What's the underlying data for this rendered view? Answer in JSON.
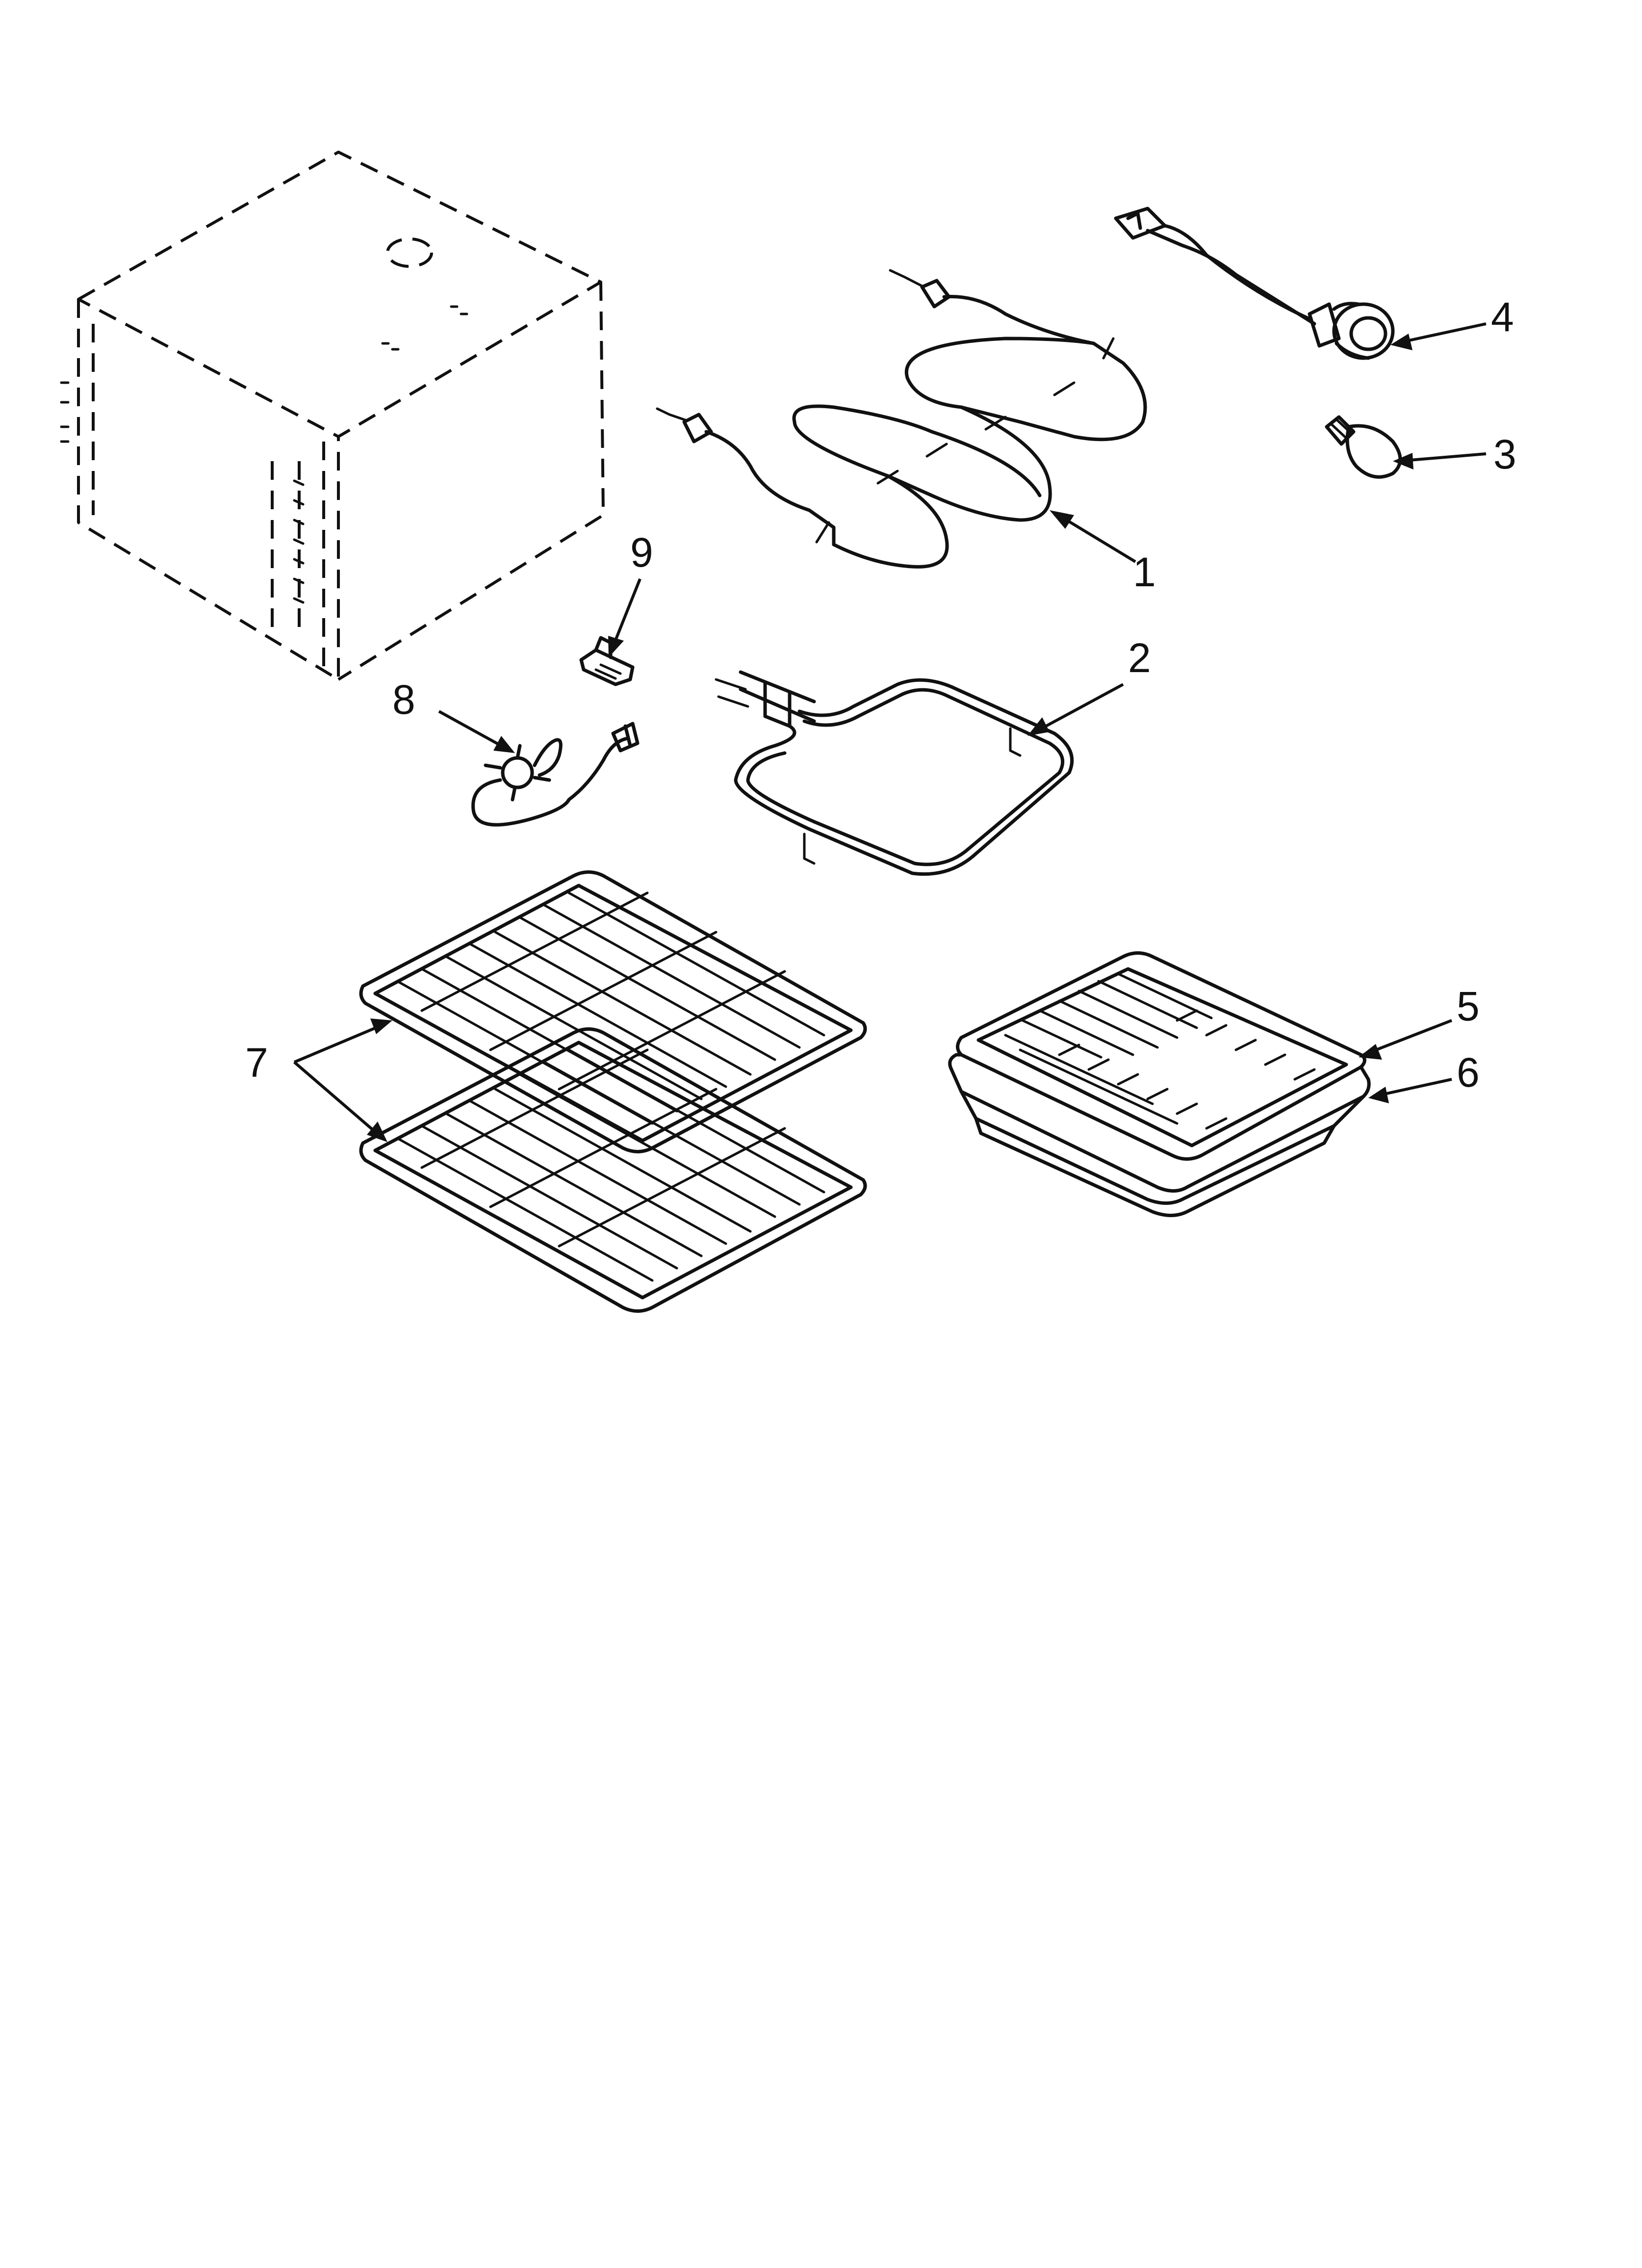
{
  "callouts": [
    {
      "id": "1",
      "label": "1"
    },
    {
      "id": "2",
      "label": "2"
    },
    {
      "id": "3",
      "label": "3"
    },
    {
      "id": "4",
      "label": "4"
    },
    {
      "id": "5",
      "label": "5"
    },
    {
      "id": "6",
      "label": "6"
    },
    {
      "id": "7",
      "label": "7"
    },
    {
      "id": "8",
      "label": "8"
    },
    {
      "id": "9",
      "label": "9"
    }
  ],
  "parts": [
    {
      "id": "oven-cavity",
      "style": "dashed-outline"
    },
    {
      "id": "broil-element",
      "callout": "1"
    },
    {
      "id": "bake-element",
      "callout": "2"
    },
    {
      "id": "light-bulb",
      "callout": "3"
    },
    {
      "id": "lamp-socket-harness",
      "callout": "4"
    },
    {
      "id": "broiler-grid",
      "callout": "5"
    },
    {
      "id": "broiler-pan",
      "callout": "6"
    },
    {
      "id": "oven-racks",
      "callout": "7"
    },
    {
      "id": "thermal-fuse-harness",
      "callout": "8"
    },
    {
      "id": "connector-clip",
      "callout": "9"
    }
  ]
}
